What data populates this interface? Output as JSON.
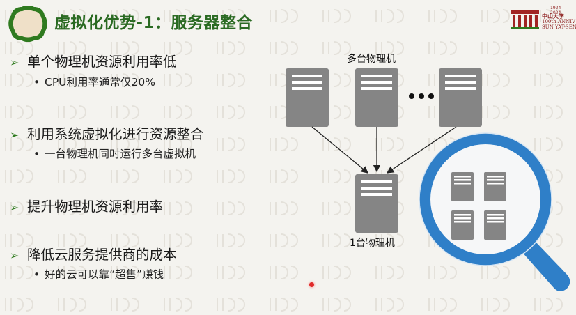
{
  "slide": {
    "title": "虚拟化优势-1：服务器整合",
    "logo": {
      "years": "1924-2024",
      "name": "中山大学",
      "anniv": "100th ANNIV",
      "eng": "SUN YAT-SEN UNI"
    },
    "bullets": [
      {
        "text": "单个物理机资源利用率低",
        "sub": [
          "CPU利用率通常仅20%"
        ]
      },
      {
        "text": "利用系统虚拟化进行资源整合",
        "sub": [
          "一台物理机同时运行多台虚拟机"
        ]
      },
      {
        "text": "提升物理机资源利用率",
        "sub": []
      },
      {
        "text": "降低云服务提供商的成本",
        "sub": [
          "好的云可以靠“超售”赚钱"
        ]
      }
    ],
    "diagram": {
      "top_caption": "多台物理机",
      "bottom_caption": "1台物理机"
    }
  },
  "colors": {
    "title": "#2a6a22",
    "arrow": "#2e7a1e",
    "server": "#858585",
    "magnifier": "#2f7fc8",
    "background": "#f4f3ef"
  },
  "icons": [
    "bullet-arrow-icon",
    "server-icon",
    "magnifier-icon",
    "emblem-icon",
    "university-logo-icon"
  ]
}
